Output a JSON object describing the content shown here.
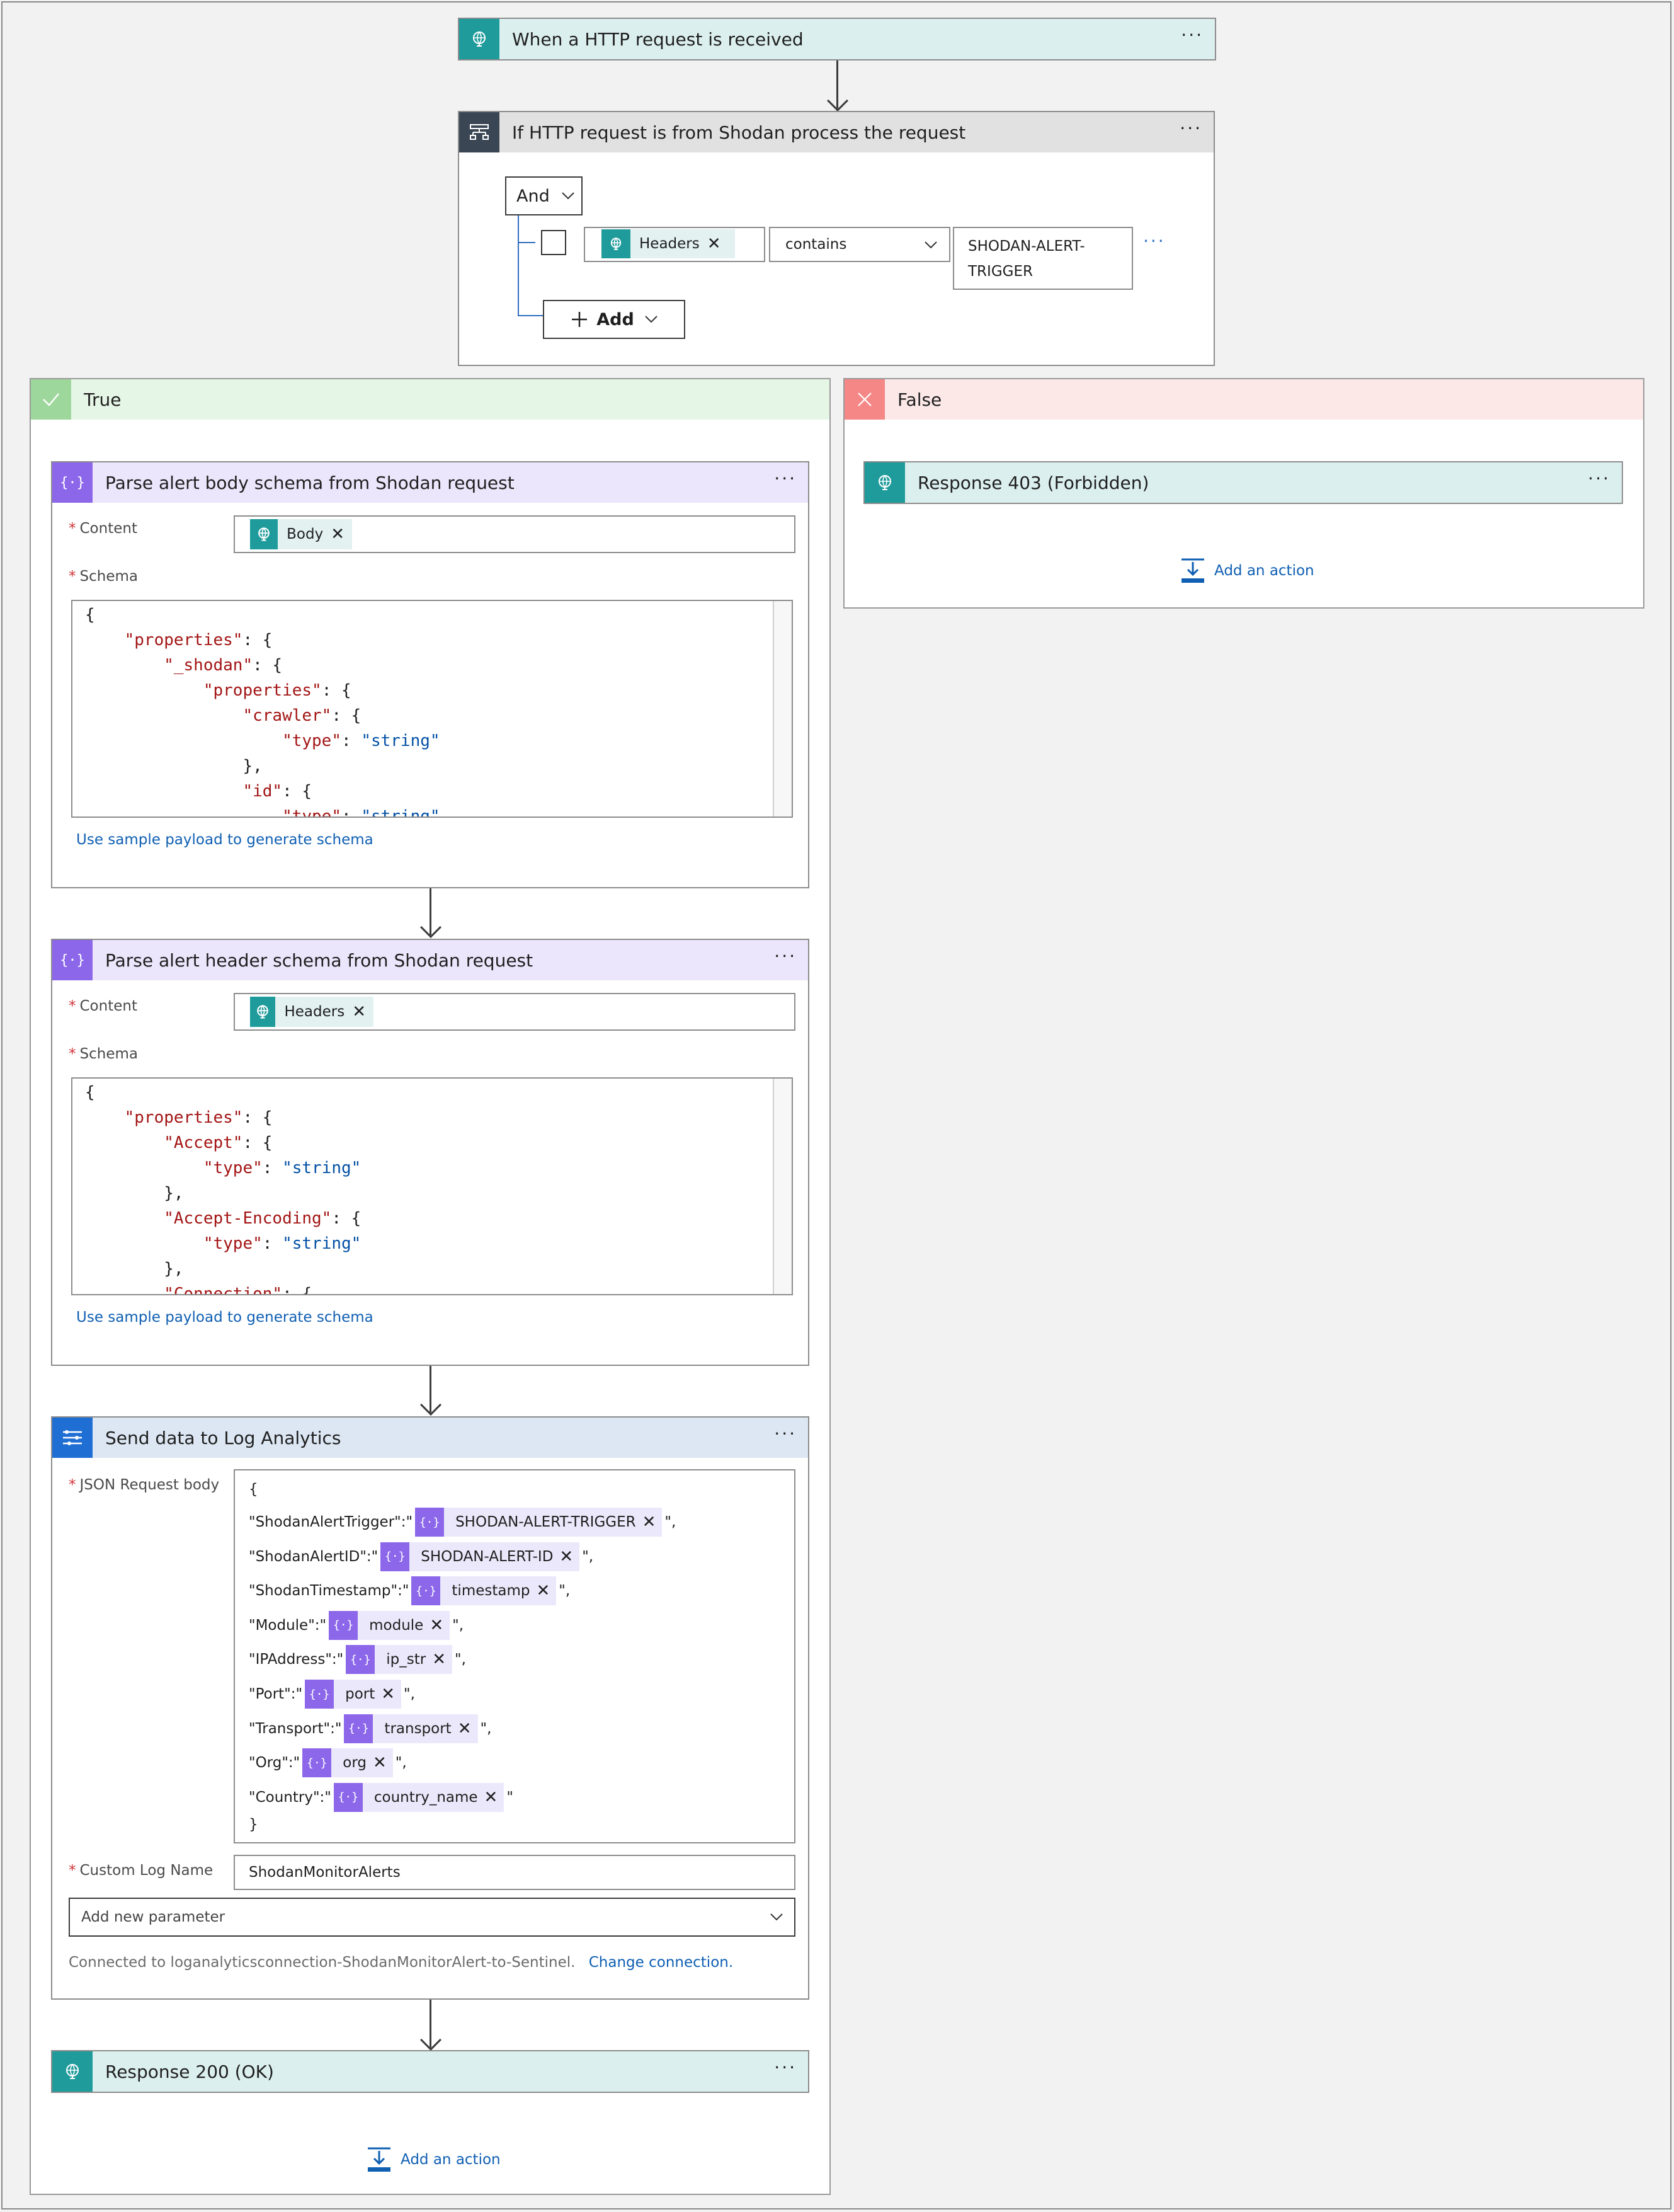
{
  "trigger": {
    "title": "When a HTTP request is received",
    "menu": "···"
  },
  "condition": {
    "title": "If HTTP request is from Shodan process the request",
    "menu": "···",
    "operator": "And",
    "row_token": "Headers",
    "row_op": "contains",
    "row_value_1": "SHODAN-ALERT-",
    "row_value_2": "TRIGGER",
    "row_more": "···",
    "add_label": "Add"
  },
  "true_branch": {
    "label": "True"
  },
  "false_branch": {
    "label": "False"
  },
  "parse_body": {
    "title": "Parse alert body schema from Shodan request",
    "menu": "···",
    "content_label": "Content",
    "content_token": "Body",
    "schema_label": "Schema",
    "schema_lines": [
      [
        "p",
        "{"
      ],
      [
        "k",
        "    \"properties\"",
        "p",
        ": {"
      ],
      [
        "k",
        "        \"_shodan\"",
        "p",
        ": {"
      ],
      [
        "k",
        "            \"properties\"",
        "p",
        ": {"
      ],
      [
        "k",
        "                \"crawler\"",
        "p",
        ": {"
      ],
      [
        "k",
        "                    \"type\"",
        "p",
        ": ",
        "s",
        "\"string\""
      ],
      [
        "p",
        "                },"
      ],
      [
        "k",
        "                \"id\"",
        "p",
        ": {"
      ],
      [
        "k",
        "                    \"type\"",
        "p",
        ": ",
        "s",
        "\"string\""
      ]
    ],
    "sample_link": "Use sample payload to generate schema"
  },
  "parse_header": {
    "title": "Parse alert header schema from Shodan request",
    "menu": "···",
    "content_label": "Content",
    "content_token": "Headers",
    "schema_label": "Schema",
    "schema_lines": [
      [
        "p",
        "{"
      ],
      [
        "k",
        "    \"properties\"",
        "p",
        ": {"
      ],
      [
        "k",
        "        \"Accept\"",
        "p",
        ": {"
      ],
      [
        "k",
        "            \"type\"",
        "p",
        ": ",
        "s",
        "\"string\""
      ],
      [
        "p",
        "        },"
      ],
      [
        "k",
        "        \"Accept-Encoding\"",
        "p",
        ": {"
      ],
      [
        "k",
        "            \"type\"",
        "p",
        ": ",
        "s",
        "\"string\""
      ],
      [
        "p",
        "        },"
      ],
      [
        "k",
        "        \"Connection\"",
        "p",
        ": {"
      ]
    ],
    "sample_link": "Use sample payload to generate schema"
  },
  "log_analytics": {
    "title": "Send data to Log Analytics",
    "menu": "···",
    "json_label": "JSON Request body",
    "open_brace": "{",
    "close_brace": "}",
    "rows": [
      {
        "key": "\"ShodanAlertTrigger\":\"",
        "token": "SHODAN-ALERT-TRIGGER",
        "tail": "\","
      },
      {
        "key": "\"ShodanAlertID\":\"",
        "token": "SHODAN-ALERT-ID",
        "tail": "\","
      },
      {
        "key": "\"ShodanTimestamp\":\"",
        "token": "timestamp",
        "tail": "\","
      },
      {
        "key": "\"Module\":\"",
        "token": "module",
        "tail": "\","
      },
      {
        "key": "\"IPAddress\":\"",
        "token": "ip_str",
        "tail": "\","
      },
      {
        "key": "\"Port\":\"",
        "token": "port",
        "tail": "\","
      },
      {
        "key": "\"Transport\":\"",
        "token": "transport",
        "tail": "\","
      },
      {
        "key": "\"Org\":\"",
        "token": "org",
        "tail": "\","
      },
      {
        "key": "\"Country\":\"",
        "token": "country_name",
        "tail": "\""
      }
    ],
    "log_name_label": "Custom Log Name",
    "log_name_value": "ShodanMonitorAlerts",
    "add_param": "Add new parameter",
    "connected_text": "Connected to loganalyticsconnection-ShodanMonitorAlert-to-Sentinel.",
    "change_link": "Change connection."
  },
  "response200": {
    "title": "Response 200 (OK)",
    "menu": "···"
  },
  "response403": {
    "title": "Response 403 (Forbidden)",
    "menu": "···"
  },
  "add_action_true": "Add an action",
  "add_action_false": "Add an action"
}
